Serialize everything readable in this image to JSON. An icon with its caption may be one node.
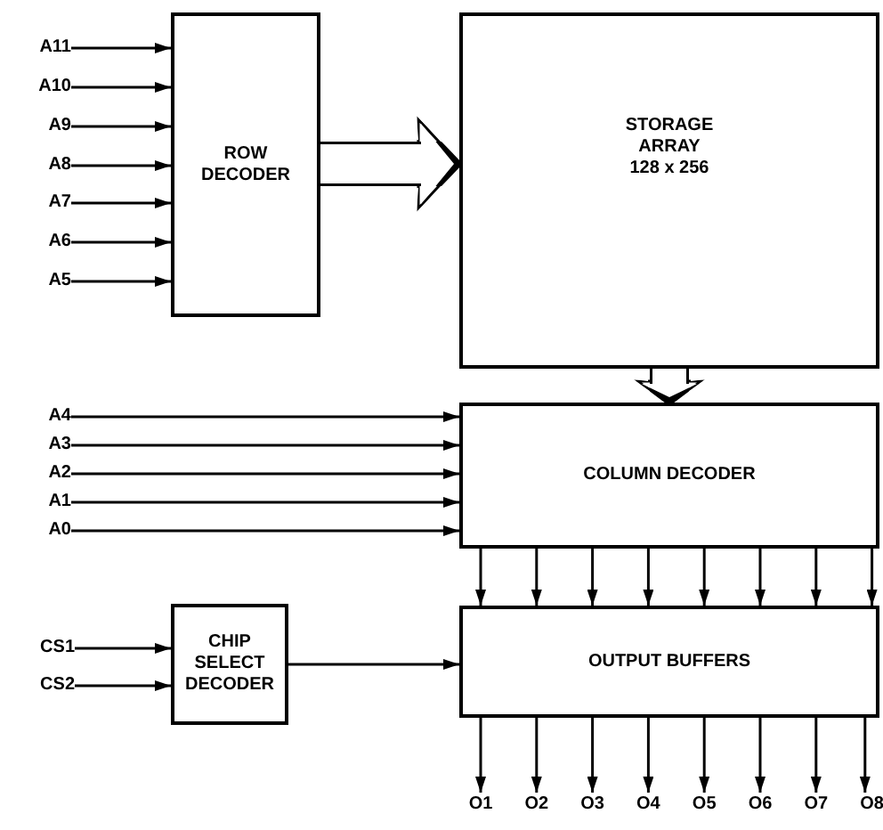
{
  "diagram": {
    "nodes": [
      {
        "text": [
          "ROW DECODER"
        ]
      },
      {
        "text": [
          "STORAGE ARRAY",
          "128 x 256"
        ]
      },
      {
        "text": [
          "COLUMN DECODER"
        ]
      },
      {
        "text": [
          "CHIP SELECT DECODER"
        ]
      },
      {
        "text": [
          "OUTPUT BUFFERS"
        ]
      },
      {
        "text": [
          "A11"
        ]
      },
      {
        "text": [
          "A10"
        ]
      },
      {
        "text": [
          "A9"
        ]
      },
      {
        "text": [
          "A8"
        ]
      },
      {
        "text": [
          "A7"
        ]
      },
      {
        "text": [
          "A6"
        ]
      },
      {
        "text": [
          "A5"
        ]
      },
      {
        "text": [
          "A4"
        ]
      },
      {
        "text": [
          "A3"
        ]
      },
      {
        "text": [
          "A2"
        ]
      },
      {
        "text": [
          "A1"
        ]
      },
      {
        "text": [
          "A0"
        ]
      },
      {
        "text": [
          "CS1"
        ]
      },
      {
        "text": [
          "CS2"
        ]
      },
      {
        "text": [
          "O1"
        ]
      },
      {
        "text": [
          "O2"
        ]
      },
      {
        "text": [
          "O3"
        ]
      },
      {
        "text": [
          "O4"
        ]
      },
      {
        "text": [
          "O5"
        ]
      },
      {
        "text": [
          "O6"
        ]
      },
      {
        "text": [
          "O7"
        ]
      },
      {
        "text": [
          "O8"
        ]
      }
    ],
    "edges": [
      {
        "from": 0,
        "to": 1,
        "arrow": "to",
        "style": "thick"
      },
      {
        "from": 1,
        "to": 2,
        "arrow": "to",
        "style": "thick"
      },
      {
        "from": 5,
        "to": 0,
        "arrow": "to"
      },
      {
        "from": 6,
        "to": 0,
        "arrow": "to"
      },
      {
        "from": 7,
        "to": 0,
        "arrow": "to"
      },
      {
        "from": 8,
        "to": 0,
        "arrow": "to"
      },
      {
        "from": 9,
        "to": 0,
        "arrow": "to"
      },
      {
        "from": 10,
        "to": 0,
        "arrow": "to"
      },
      {
        "from": 11,
        "to": 0,
        "arrow": "to"
      },
      {
        "from": 12,
        "to": 2,
        "arrow": "to"
      },
      {
        "from": 13,
        "to": 2,
        "arrow": "to"
      },
      {
        "from": 14,
        "to": 2,
        "arrow": "to"
      },
      {
        "from": 15,
        "to": 2,
        "arrow": "to"
      },
      {
        "from": 16,
        "to": 2,
        "arrow": "to"
      },
      {
        "from": 17,
        "to": 3,
        "arrow": "to"
      },
      {
        "from": 18,
        "to": 3,
        "arrow": "to"
      },
      {
        "from": 3,
        "to": 4,
        "arrow": "to"
      },
      {
        "from": 2,
        "to": 4,
        "arrow": "to"
      },
      {
        "from": 2,
        "to": 4,
        "arrow": "to"
      },
      {
        "from": 2,
        "to": 4,
        "arrow": "to"
      },
      {
        "from": 2,
        "to": 4,
        "arrow": "to"
      },
      {
        "from": 2,
        "to": 4,
        "arrow": "to"
      },
      {
        "from": 2,
        "to": 4,
        "arrow": "to"
      },
      {
        "from": 2,
        "to": 4,
        "arrow": "to"
      },
      {
        "from": 2,
        "to": 4,
        "arrow": "to"
      },
      {
        "from": 4,
        "to": 19,
        "arrow": "to"
      },
      {
        "from": 4,
        "to": 20,
        "arrow": "to"
      },
      {
        "from": 4,
        "to": 21,
        "arrow": "to"
      },
      {
        "from": 4,
        "to": 22,
        "arrow": "to"
      },
      {
        "from": 4,
        "to": 23,
        "arrow": "to"
      },
      {
        "from": 4,
        "to": 24,
        "arrow": "to"
      },
      {
        "from": 4,
        "to": 25,
        "arrow": "to"
      },
      {
        "from": 4,
        "to": 26,
        "arrow": "to"
      }
    ]
  }
}
